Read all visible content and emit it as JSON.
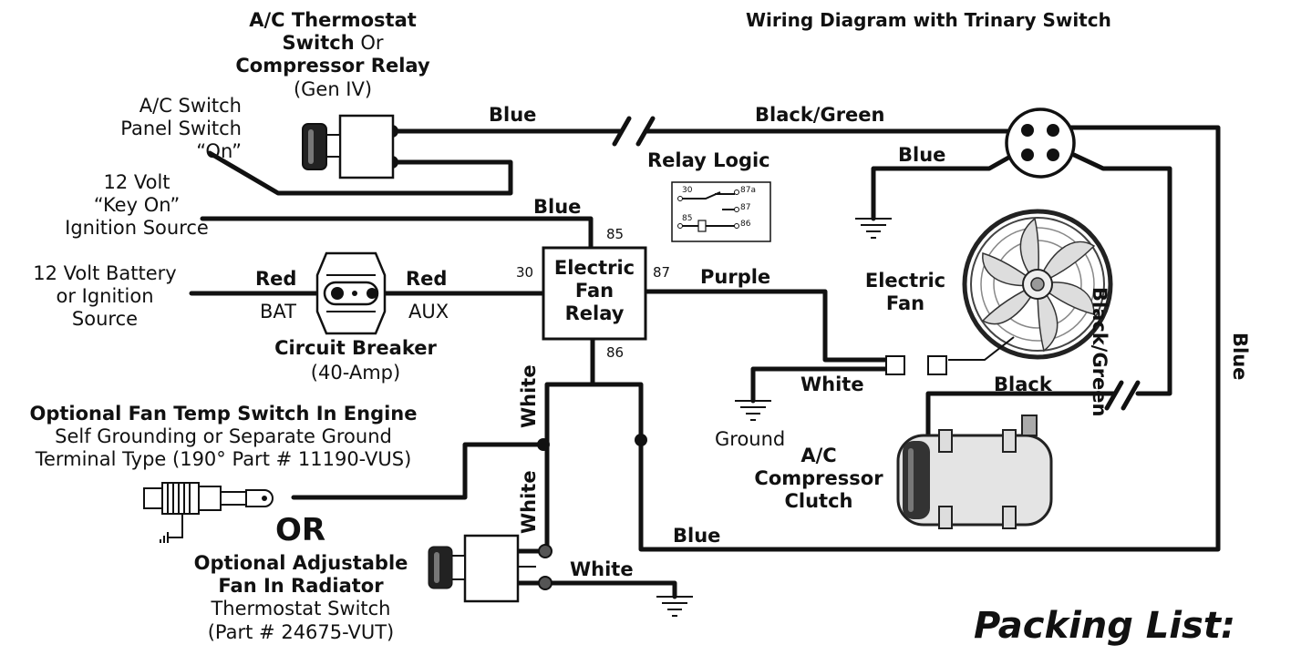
{
  "title": "Wiring Diagram with Trinary Switch",
  "thermostat": {
    "line1": "A/C Thermostat",
    "line2a": "Switch",
    "line2b": " Or",
    "line3": "Compressor Relay",
    "line4": "(Gen IV)"
  },
  "ac_panel": {
    "line1": "A/C Switch",
    "line2": "Panel Switch",
    "line3": "“On”"
  },
  "key_on": {
    "line1": "12 Volt",
    "line2": "“Key On”",
    "line3": "Ignition Source"
  },
  "battery": {
    "line1": "12 Volt Battery",
    "line2": "or Ignition",
    "line3": "Source"
  },
  "breaker": {
    "label": "Circuit Breaker",
    "amp": "(40-Amp)",
    "bat": "BAT",
    "aux": "AUX"
  },
  "relay": {
    "line1": "Electric",
    "line2": "Fan",
    "line3": "Relay",
    "pin85": "85",
    "pin30": "30",
    "pin87": "87",
    "pin86": "86"
  },
  "relay_logic": {
    "title": "Relay Logic",
    "p30": "30",
    "p87a": "87a",
    "p87": "87",
    "p85": "85",
    "p86": "86"
  },
  "wires": {
    "blue_top": "Blue",
    "black_green_top": "Black/Green",
    "blue_ground": "Blue",
    "blue_keyon": "Blue",
    "red_left": "Red",
    "red_right": "Red",
    "purple": "Purple",
    "white_fan": "White",
    "black": "Black",
    "black_green_side": "Black/Green",
    "blue_side": "Blue",
    "white_upper": "White",
    "white_lower": "White",
    "white_radiator": "White",
    "blue_bottom": "Blue"
  },
  "fan": {
    "line1": "Electric",
    "line2": "Fan"
  },
  "ground": "Ground",
  "compressor": {
    "line1": "A/C",
    "line2": "Compressor",
    "line3": "Clutch"
  },
  "temp_switch": {
    "title": "Optional Fan Temp Switch In Engine",
    "line2": "Self Grounding or Separate Ground",
    "line3": "Terminal Type (190° Part # 11190-VUS)"
  },
  "or_label": "OR",
  "radiator": {
    "line1": "Optional Adjustable",
    "line2": "Fan In Radiator",
    "line3": "Thermostat Switch",
    "line4": "(Part # 24675-VUT)"
  },
  "packing": "Packing List:"
}
